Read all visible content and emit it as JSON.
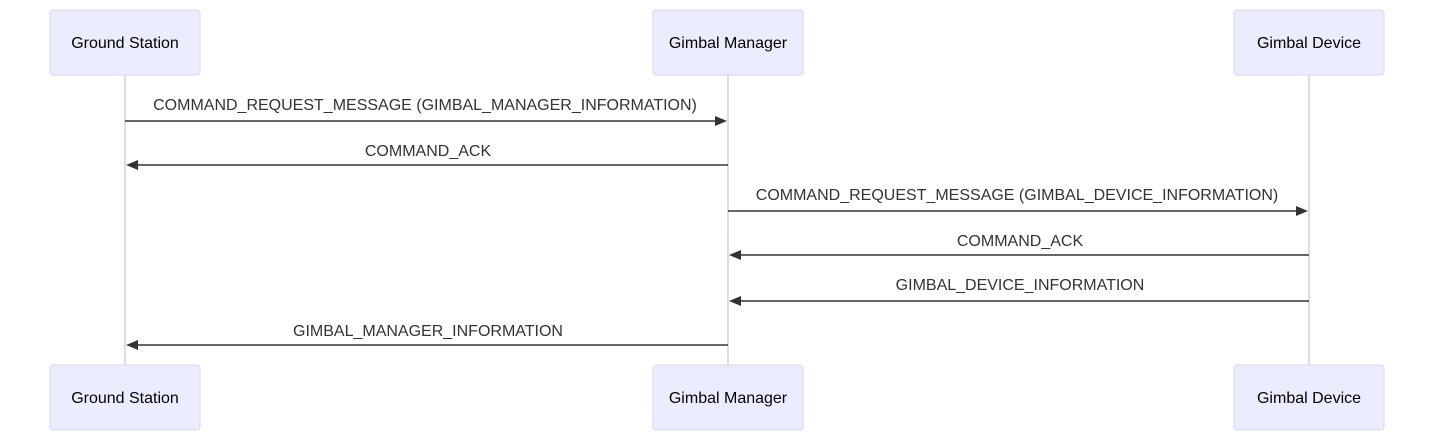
{
  "participants": [
    {
      "id": "gs",
      "label": "Ground Station"
    },
    {
      "id": "gm",
      "label": "Gimbal Manager"
    },
    {
      "id": "gd",
      "label": "Gimbal Device"
    }
  ],
  "messages": [
    {
      "from": "gs",
      "to": "gm",
      "label": "COMMAND_REQUEST_MESSAGE (GIMBAL_MANAGER_INFORMATION)"
    },
    {
      "from": "gm",
      "to": "gs",
      "label": "COMMAND_ACK"
    },
    {
      "from": "gm",
      "to": "gd",
      "label": "COMMAND_REQUEST_MESSAGE (GIMBAL_DEVICE_INFORMATION)"
    },
    {
      "from": "gd",
      "to": "gm",
      "label": "COMMAND_ACK"
    },
    {
      "from": "gd",
      "to": "gm",
      "label": "GIMBAL_DEVICE_INFORMATION"
    },
    {
      "from": "gm",
      "to": "gs",
      "label": "GIMBAL_MANAGER_INFORMATION"
    }
  ]
}
